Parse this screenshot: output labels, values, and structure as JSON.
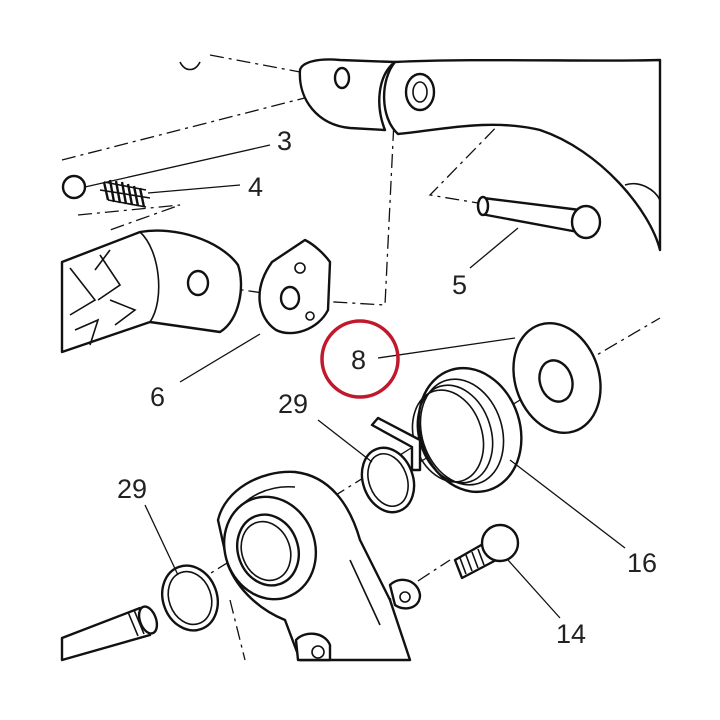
{
  "diagram": {
    "callouts": [
      {
        "id": "3",
        "text": "3"
      },
      {
        "id": "4",
        "text": "4"
      },
      {
        "id": "5",
        "text": "5"
      },
      {
        "id": "6",
        "text": "6"
      },
      {
        "id": "8",
        "text": "8",
        "highlighted": true
      },
      {
        "id": "29a",
        "text": "29"
      },
      {
        "id": "29b",
        "text": "29"
      },
      {
        "id": "16",
        "text": "16"
      },
      {
        "id": "14",
        "text": "14"
      }
    ],
    "colors": {
      "line": "#111111",
      "label": "#222222",
      "highlight": "#c0182c",
      "background": "#ffffff"
    }
  }
}
